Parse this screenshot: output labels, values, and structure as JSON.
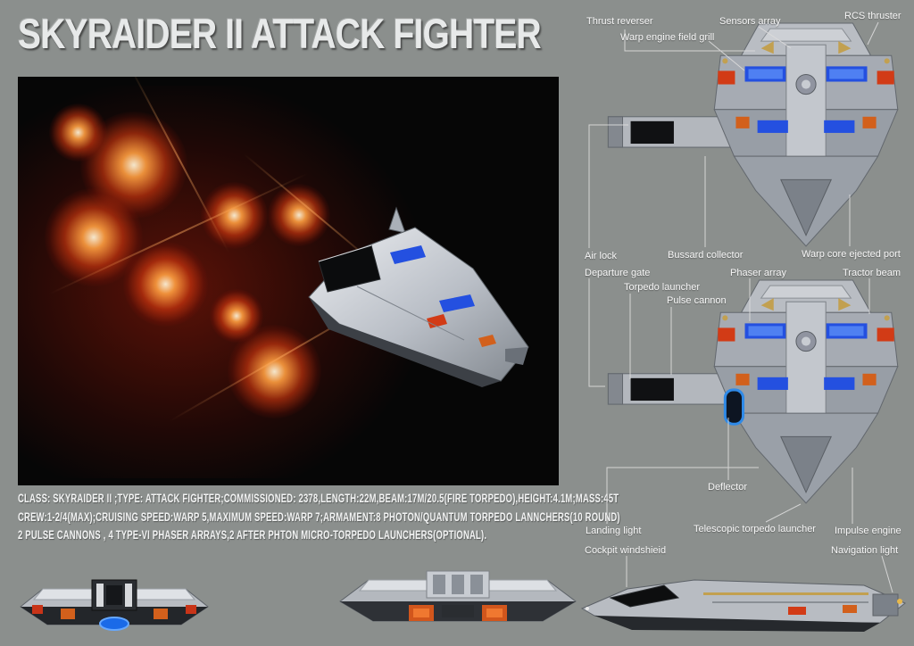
{
  "title": "SKYRAIDER II ATTACK FIGHTER",
  "specs": {
    "line1": "CLASS: SKYRAIDER II ;TYPE: ATTACK FIGHTER;COMMISSIONED: 2378,LENGTH:22M,BEAM:17M/20.5(FIRE TORPEDO),HEIGHT:4.1M;MASS:45T",
    "line2": "CREW:1-2/4(MAX);CRUISING SPEED:WARP 5,MAXIMUM SPEED:WARP 7;ARMAMENT:8 PHOTON/QUANTUM TORPEDO LANNCHERS(10 ROUND)",
    "line3": "2 PULSE CANNONS , 4 TYPE-VI PHASER ARRAYS,2 AFTER PHTON MICRO-TORPEDO LAUNCHERS(OPTIONAL)."
  },
  "callouts": {
    "top": [
      "Thrust reverser",
      "Warp engine field grill",
      "Sensors array",
      "RCS thruster",
      "Air lock",
      "Bussard collector",
      "Warp core ejected  port"
    ],
    "bottom": [
      "Departure gate",
      "Torpedo launcher",
      "Pulse cannon",
      "Phaser array",
      "Tractor beam",
      "Deflector",
      "Landing light",
      "Telescopic torpedo launcher",
      "Impulse engine"
    ],
    "side": [
      "Cockpit windshieid",
      "Navigation light"
    ]
  },
  "colors": {
    "background": "#8b8f8d",
    "panel_black": "#060606",
    "accent_blue": "#2450e0",
    "accent_red": "#d23b16",
    "accent_orange": "#d2601c",
    "accent_gold": "#c2a050",
    "hull_light": "#c6cad0",
    "hull_mid": "#9aa0a8",
    "hull_dark": "#3c4046",
    "glow_red": "#e83e10",
    "label_text": "#f7f7f7"
  }
}
